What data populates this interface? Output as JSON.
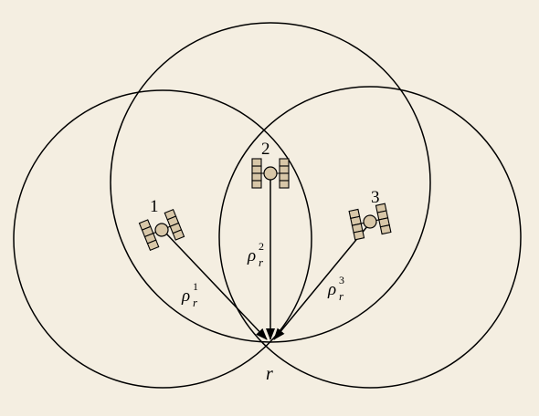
{
  "diagram": {
    "satellites": [
      {
        "id": "1",
        "range_symbol": "ρ",
        "range_sub": "r",
        "range_sup": "1"
      },
      {
        "id": "2",
        "range_symbol": "ρ",
        "range_sub": "r",
        "range_sup": "2"
      },
      {
        "id": "3",
        "range_symbol": "ρ",
        "range_sub": "r",
        "range_sup": "3"
      }
    ],
    "receiver_label": "r"
  }
}
